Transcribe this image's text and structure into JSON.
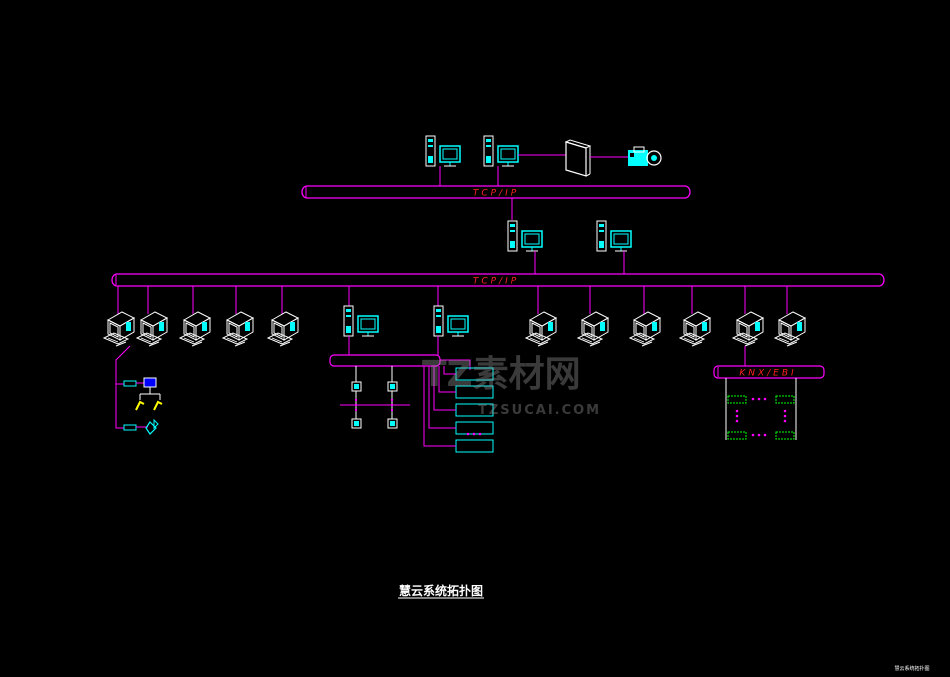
{
  "diagram": {
    "title": "慧云系统拓扑图",
    "corner_note": "慧云系统拓扑图",
    "bus_upper_label": "TCP/IP",
    "bus_main_label": "TCP/IP",
    "bus_knx_label": "KNX/EBI",
    "watermark_main": "TZ素材网",
    "watermark_sub": "TZSUCAI.COM"
  },
  "colors": {
    "background": "#000000",
    "bus": "#ff00ff",
    "bus_label": "#ff2020",
    "device": "#00ffff",
    "white": "#ffffff",
    "controller": "#00ff00",
    "sensor": "#ffff00",
    "module": "#0000ff"
  }
}
